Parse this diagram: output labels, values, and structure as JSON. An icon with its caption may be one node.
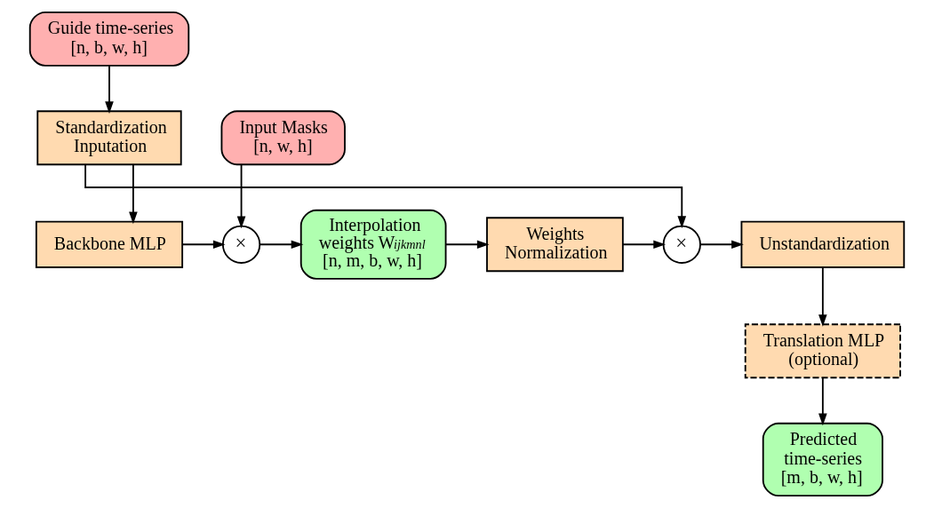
{
  "diagram": {
    "nodes": [
      {
        "text": [
          "Guide time-series",
          "[n, b, w, h]"
        ]
      },
      {
        "text": [
          "Standardization Inputation"
        ]
      },
      {
        "text": [
          "Backbone MLP"
        ]
      },
      {
        "text": [
          "×"
        ]
      },
      {
        "text": [
          "Interpolation weights W$_{ijkmnl}$",
          "[n, m, b, w, h]"
        ]
      },
      {
        "text": [
          "Weights Normalization"
        ]
      },
      {
        "text": [
          "×"
        ]
      },
      {
        "text": [
          "Unstandardization"
        ]
      },
      {
        "text": [
          "Input Masks",
          "[n, w, h]"
        ]
      },
      {
        "text": [
          "Translation MLP (optional)"
        ]
      },
      {
        "text": [
          "Predicted time-series",
          "[m, b, w, h]"
        ]
      }
    ],
    "edges": [
      {
        "from": 0,
        "to": 1,
        "arrow": "to"
      },
      {
        "from": 1,
        "to": 2,
        "arrow": "to"
      },
      {
        "from": 1,
        "to": 6,
        "arrow": "to"
      },
      {
        "from": 2,
        "to": 3,
        "arrow": "to"
      },
      {
        "from": 3,
        "to": 4,
        "arrow": "to"
      },
      {
        "from": 8,
        "to": 3,
        "arrow": "to"
      },
      {
        "from": 4,
        "to": 5,
        "arrow": "to"
      },
      {
        "from": 5,
        "to": 6,
        "arrow": "to"
      },
      {
        "from": 6,
        "to": 7,
        "arrow": "to"
      },
      {
        "from": 7,
        "to": 9,
        "arrow": "to"
      },
      {
        "from": 9,
        "to": 10,
        "arrow": "to"
      }
    ]
  }
}
